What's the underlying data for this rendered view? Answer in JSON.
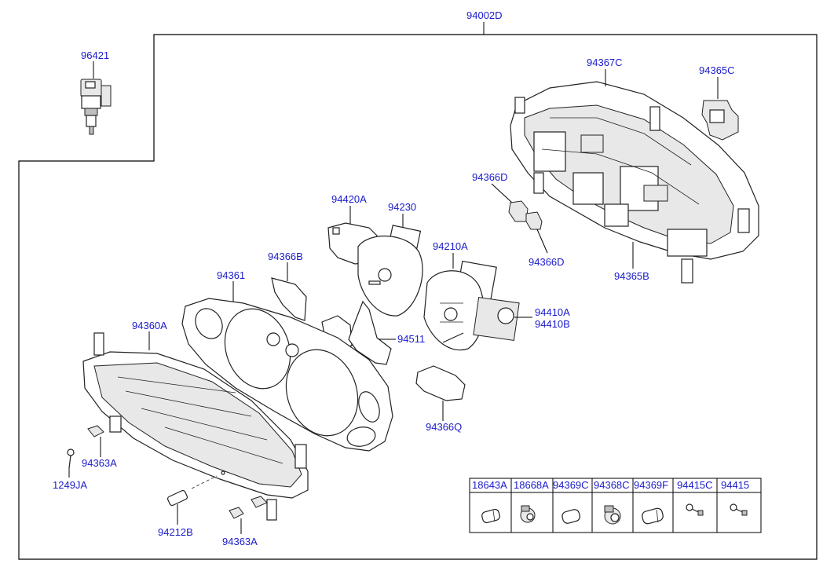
{
  "assembly_label": "94002D",
  "labels": {
    "p96421": "96421",
    "p94367C": "94367C",
    "p94365C": "94365C",
    "p94366D_top": "94366D",
    "p94366D_bottom": "94366D",
    "p94365B": "94365B",
    "p94420A": "94420A",
    "p94230": "94230",
    "p94210A": "94210A",
    "p94366B": "94366B",
    "p94361": "94361",
    "p94410A": "94410A",
    "p94410B": "94410B",
    "p94360A": "94360A",
    "p94511": "94511",
    "p94366Q": "94366Q",
    "p94363A_left": "94363A",
    "p1249JA": "1249JA",
    "p94212B": "94212B",
    "p94363A_bottom": "94363A"
  },
  "parts_table": {
    "columns": [
      "18643A",
      "18668A",
      "94369C",
      "94368C",
      "94369F",
      "94415C",
      "94415"
    ],
    "icons": [
      "bulb-wedge-icon",
      "bulb-socket-icon",
      "bulb-wedge-small-icon",
      "bulb-socket-icon",
      "bulb-wedge-large-icon",
      "screw-small-icon",
      "screw-icon"
    ]
  }
}
